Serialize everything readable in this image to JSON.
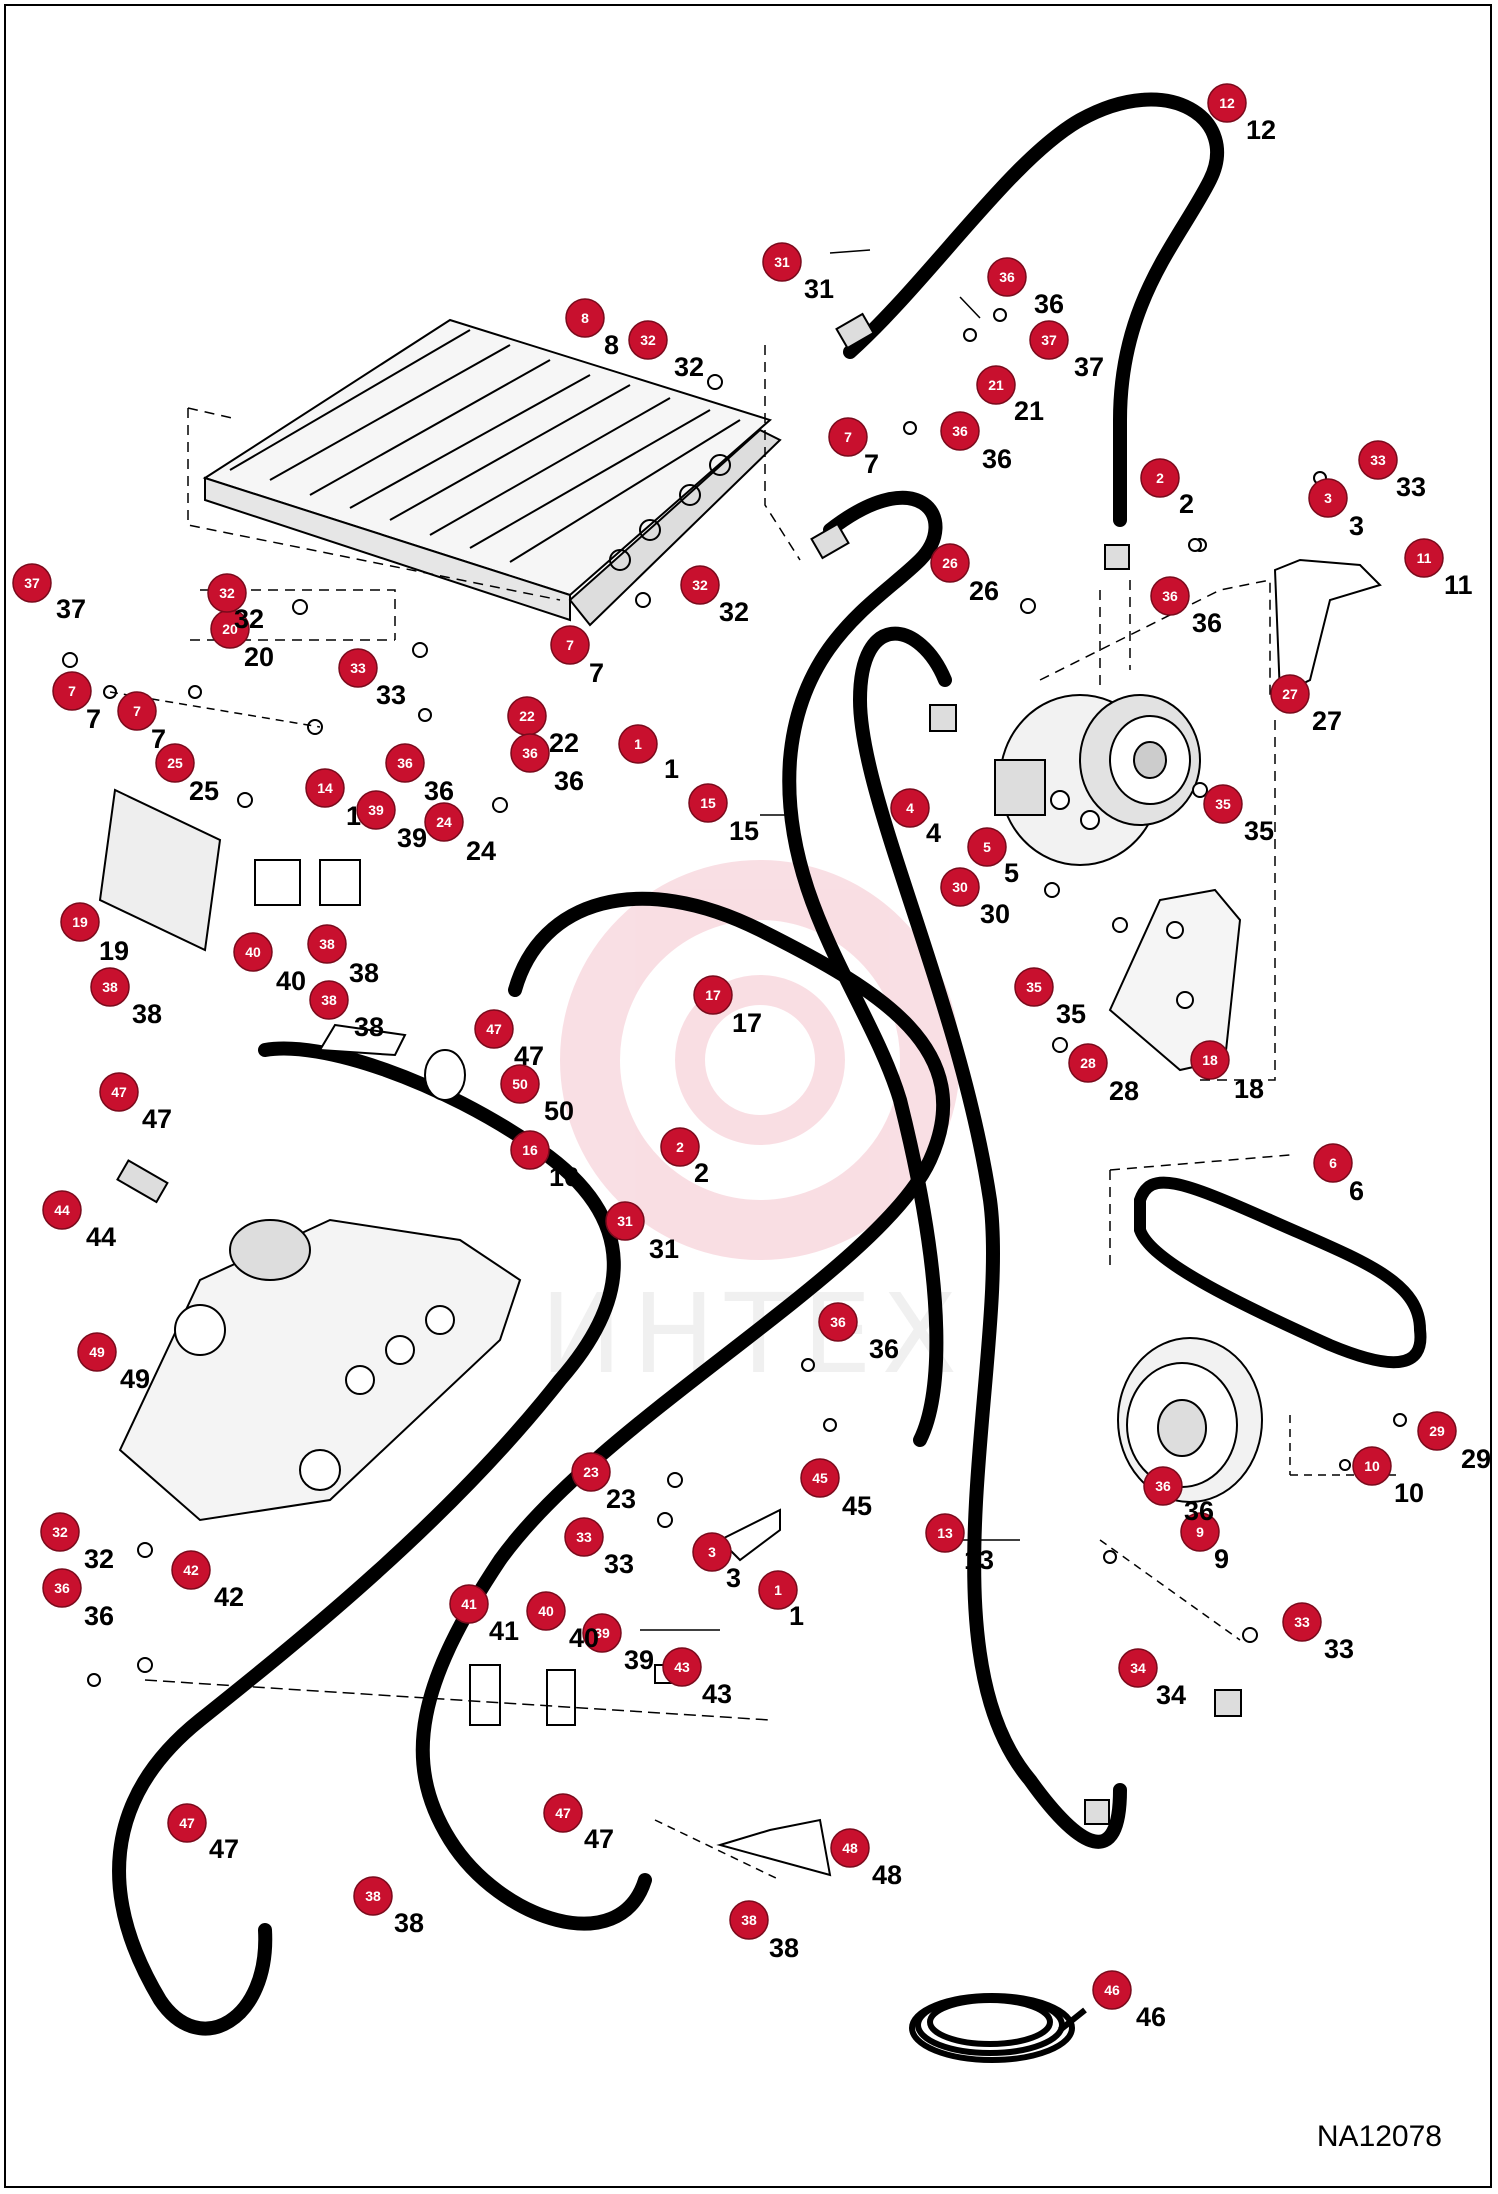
{
  "drawing_id": "NA12078",
  "watermark_text": "ИНТЕХ",
  "colors": {
    "callout_fill": "#c8102e",
    "callout_stroke": "#7a0a1c",
    "hose": "#000000",
    "watermark": "#f2b8b8"
  },
  "callouts": [
    {
      "n": "1",
      "label": "1"
    },
    {
      "n": "1",
      "label": "1"
    },
    {
      "n": "2",
      "label": "2"
    },
    {
      "n": "2",
      "label": "2"
    },
    {
      "n": "3",
      "label": "3"
    },
    {
      "n": "3",
      "label": "3"
    },
    {
      "n": "4",
      "label": "4"
    },
    {
      "n": "5",
      "label": "5"
    },
    {
      "n": "6",
      "label": "6"
    },
    {
      "n": "7",
      "label": "7"
    },
    {
      "n": "7",
      "label": "7"
    },
    {
      "n": "7",
      "label": "7"
    },
    {
      "n": "7",
      "label": "7"
    },
    {
      "n": "8",
      "label": "8"
    },
    {
      "n": "9",
      "label": "9"
    },
    {
      "n": "10",
      "label": "10"
    },
    {
      "n": "11",
      "label": "11"
    },
    {
      "n": "12",
      "label": "12"
    },
    {
      "n": "13",
      "label": "13"
    },
    {
      "n": "14",
      "label": "14"
    },
    {
      "n": "15",
      "label": "15"
    },
    {
      "n": "16",
      "label": "16"
    },
    {
      "n": "17",
      "label": "17"
    },
    {
      "n": "18",
      "label": "18"
    },
    {
      "n": "19",
      "label": "19"
    },
    {
      "n": "20",
      "label": "20"
    },
    {
      "n": "21",
      "label": "21"
    },
    {
      "n": "22",
      "label": "22"
    },
    {
      "n": "23",
      "label": "23"
    },
    {
      "n": "24",
      "label": "24"
    },
    {
      "n": "25",
      "label": "25"
    },
    {
      "n": "26",
      "label": "26"
    },
    {
      "n": "27",
      "label": "27"
    },
    {
      "n": "28",
      "label": "28"
    },
    {
      "n": "29",
      "label": "29"
    },
    {
      "n": "30",
      "label": "30"
    },
    {
      "n": "31",
      "label": "31"
    },
    {
      "n": "31",
      "label": "31"
    },
    {
      "n": "32",
      "label": "32"
    },
    {
      "n": "32",
      "label": "32"
    },
    {
      "n": "32",
      "label": "32"
    },
    {
      "n": "32",
      "label": "32"
    },
    {
      "n": "33",
      "label": "33"
    },
    {
      "n": "33",
      "label": "33"
    },
    {
      "n": "33",
      "label": "33"
    },
    {
      "n": "33",
      "label": "33"
    },
    {
      "n": "34",
      "label": "34"
    },
    {
      "n": "35",
      "label": "35"
    },
    {
      "n": "35",
      "label": "35"
    },
    {
      "n": "36",
      "label": "36"
    },
    {
      "n": "36",
      "label": "36"
    },
    {
      "n": "36",
      "label": "36"
    },
    {
      "n": "36",
      "label": "36"
    },
    {
      "n": "36",
      "label": "36"
    },
    {
      "n": "36",
      "label": "36"
    },
    {
      "n": "36",
      "label": "36"
    },
    {
      "n": "36",
      "label": "36"
    },
    {
      "n": "37",
      "label": "37"
    },
    {
      "n": "37",
      "label": "37"
    },
    {
      "n": "38",
      "label": "38"
    },
    {
      "n": "38",
      "label": "38"
    },
    {
      "n": "38",
      "label": "38"
    },
    {
      "n": "38",
      "label": "38"
    },
    {
      "n": "38",
      "label": "38"
    },
    {
      "n": "39",
      "label": "39"
    },
    {
      "n": "39",
      "label": "39"
    },
    {
      "n": "40",
      "label": "40"
    },
    {
      "n": "40",
      "label": "40"
    },
    {
      "n": "41",
      "label": "41"
    },
    {
      "n": "42",
      "label": "42"
    },
    {
      "n": "43",
      "label": "43"
    },
    {
      "n": "44",
      "label": "44"
    },
    {
      "n": "45",
      "label": "45"
    },
    {
      "n": "46",
      "label": "46"
    },
    {
      "n": "47",
      "label": "47"
    },
    {
      "n": "47",
      "label": "47"
    },
    {
      "n": "47",
      "label": "47"
    },
    {
      "n": "47",
      "label": "47"
    },
    {
      "n": "48",
      "label": "48"
    },
    {
      "n": "49",
      "label": "49"
    },
    {
      "n": "50",
      "label": "50"
    }
  ]
}
